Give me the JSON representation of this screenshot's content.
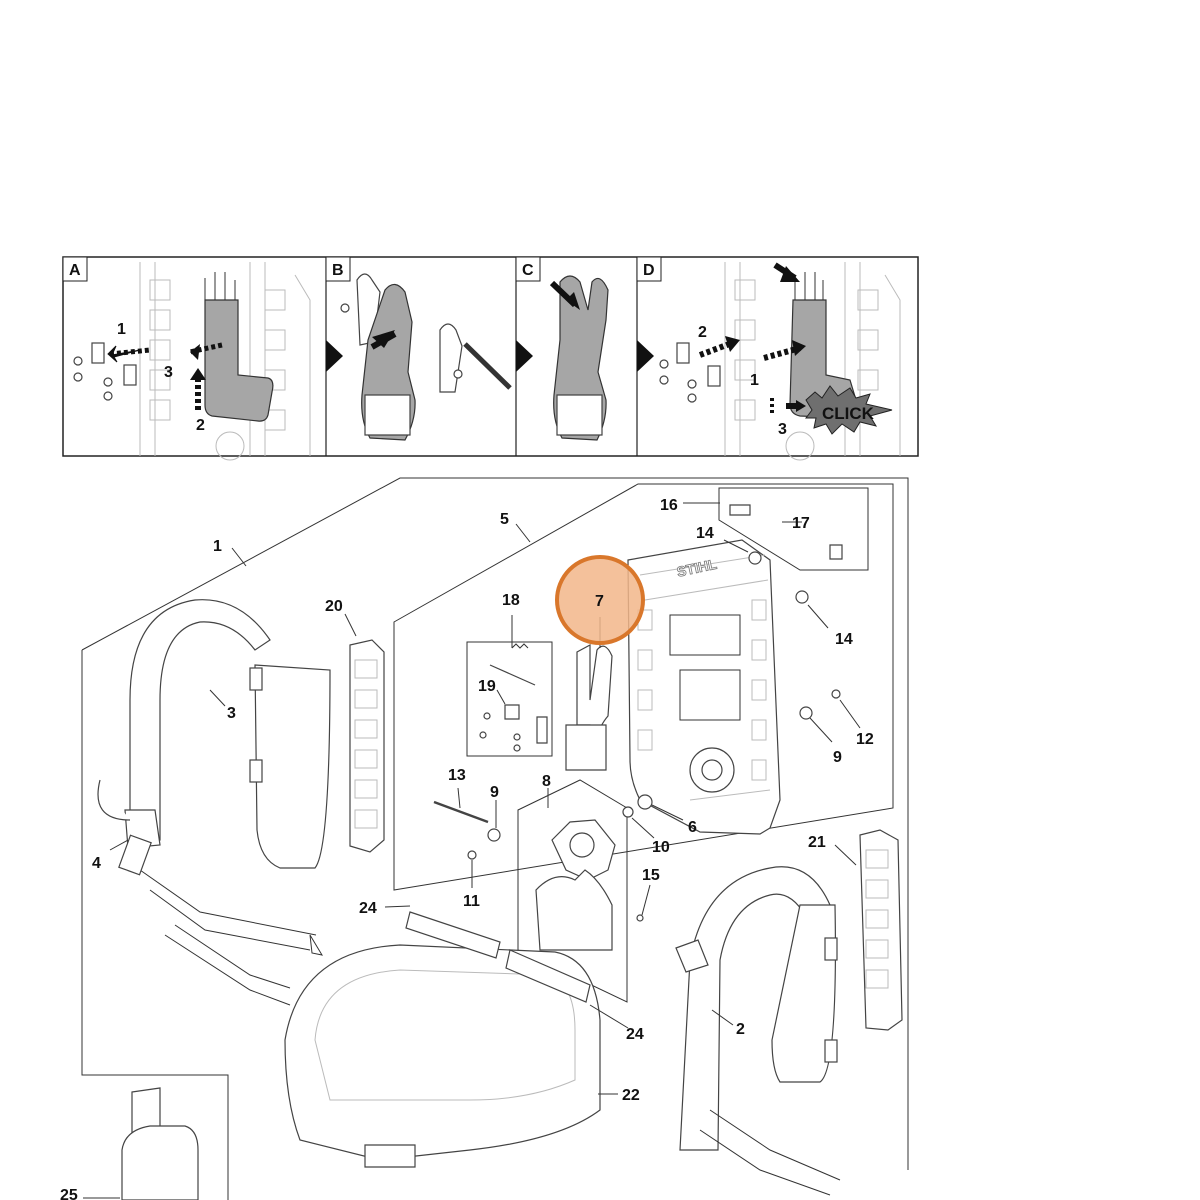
{
  "panels": [
    {
      "letter": "A",
      "steps": [
        "1",
        "2",
        "3"
      ]
    },
    {
      "letter": "B"
    },
    {
      "letter": "C"
    },
    {
      "letter": "D",
      "steps": [
        "1",
        "2",
        "3"
      ],
      "click_text": "CLICK"
    }
  ],
  "callouts": [
    "1",
    "2",
    "3",
    "4",
    "5",
    "6",
    "7",
    "8",
    "9",
    "9",
    "10",
    "11",
    "12",
    "13",
    "14",
    "14",
    "15",
    "16",
    "17",
    "18",
    "19",
    "20",
    "21",
    "22",
    "24",
    "24",
    "25"
  ],
  "highlight": {
    "number": "7",
    "color": "#d9772b",
    "fill": "#f2b68a"
  },
  "brand_mark": "STIHL",
  "colors": {
    "line": "#333333",
    "grey_part": "#a6a6a6"
  }
}
